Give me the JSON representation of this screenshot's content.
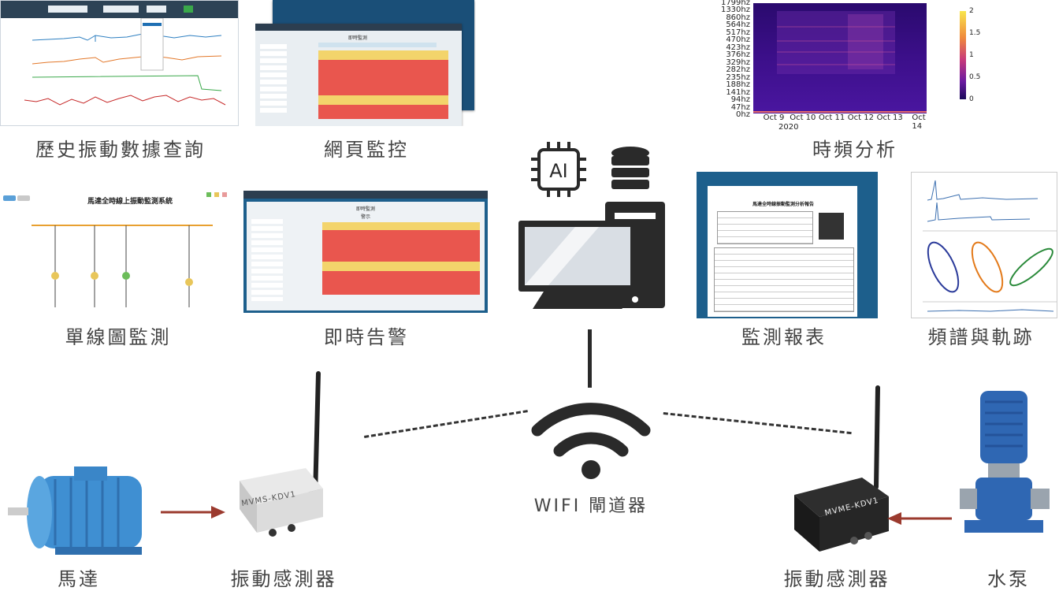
{
  "labels": {
    "history": "歷史振動數據查詢",
    "web_monitor": "網頁監控",
    "time_freq": "時頻分析",
    "single_line": "單線圖監測",
    "realtime_alarm": "即時告警",
    "report": "監測報表",
    "spectrum_orbit": "頻譜與軌跡",
    "gateway": "WIFI 閘道器",
    "motor": "馬達",
    "sensor_left": "振動感測器",
    "sensor_right": "振動感測器",
    "pump": "水泵"
  },
  "devices": {
    "sensor_left_model": "MVMS-KDV1",
    "sensor_right_model": "MVME-KDV1",
    "ai_chip": "AI"
  },
  "screens": {
    "single_line_title": "馬達全時線上振動監測系統",
    "rt_title": "即時監測",
    "rt_subtitle": "警示",
    "web_title": "即時監測",
    "web_subtitle": "警示",
    "report_title": "馬達全時線振動監測分析報告"
  },
  "chart_data": {
    "type": "heatmap",
    "y_ticks": [
      "1799hz",
      "1330hz",
      "860hz",
      "564hz",
      "517hz",
      "470hz",
      "423hz",
      "376hz",
      "329hz",
      "282hz",
      "235hz",
      "188hz",
      "141hz",
      "94hz",
      "47hz",
      "0hz"
    ],
    "x_ticks": [
      "Oct 9",
      "Oct 10",
      "Oct 11",
      "Oct 12",
      "Oct 13",
      "Oct 14"
    ],
    "x_year": "2020",
    "colorbar_ticks": [
      "2",
      "1.5",
      "1",
      "0.5",
      "0"
    ],
    "colorbar_range": [
      0,
      2
    ]
  },
  "colors": {
    "arrow": "#9b3a2e",
    "dark": "#2a2a2a",
    "panel_blue": "#1f5f8b"
  }
}
